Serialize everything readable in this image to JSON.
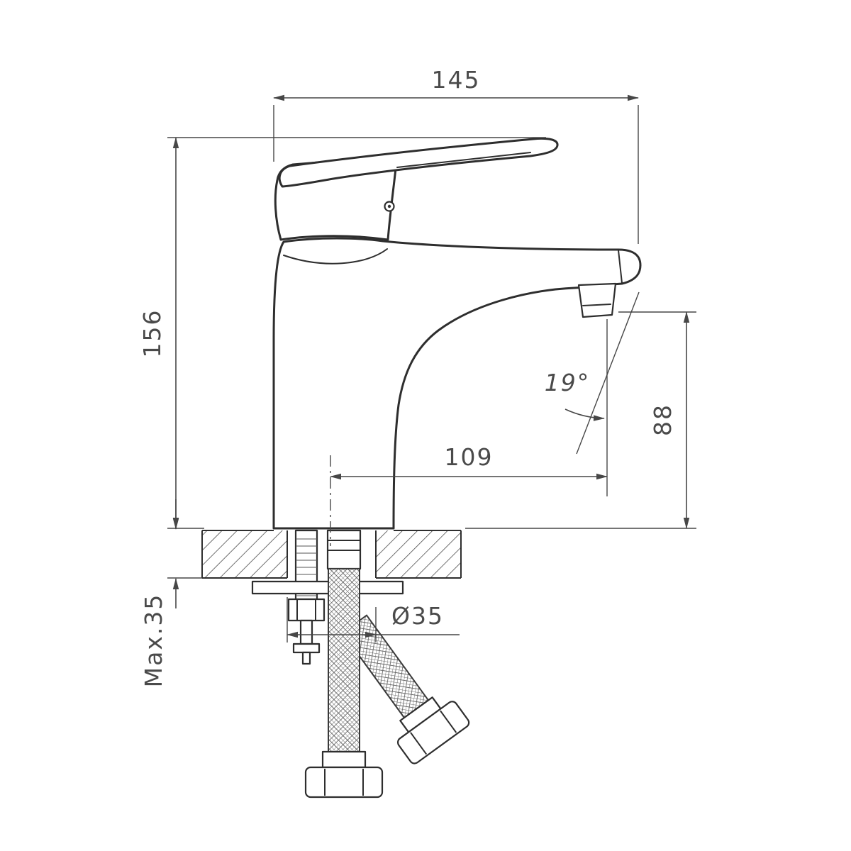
{
  "diagram": {
    "type": "technical-drawing",
    "subject": "single-lever basin faucet side view with installation section",
    "background_color": "#ffffff",
    "line_color": "#2e2e2e",
    "dimension_color": "#474747",
    "labels": {
      "body_width": "145",
      "total_height": "156",
      "spout_height": "88",
      "spout_reach": "109",
      "spout_angle": "19°",
      "deck_max_thickness": "Max.35",
      "hole_diameter": "Ø35"
    },
    "parts": [
      "lever-handle",
      "cartridge-cap",
      "faucet-body",
      "spout",
      "aerator",
      "mounting-deck",
      "washer-plate",
      "threaded-stud",
      "straight-supply-hose",
      "angled-supply-hose",
      "hose-nuts"
    ]
  }
}
